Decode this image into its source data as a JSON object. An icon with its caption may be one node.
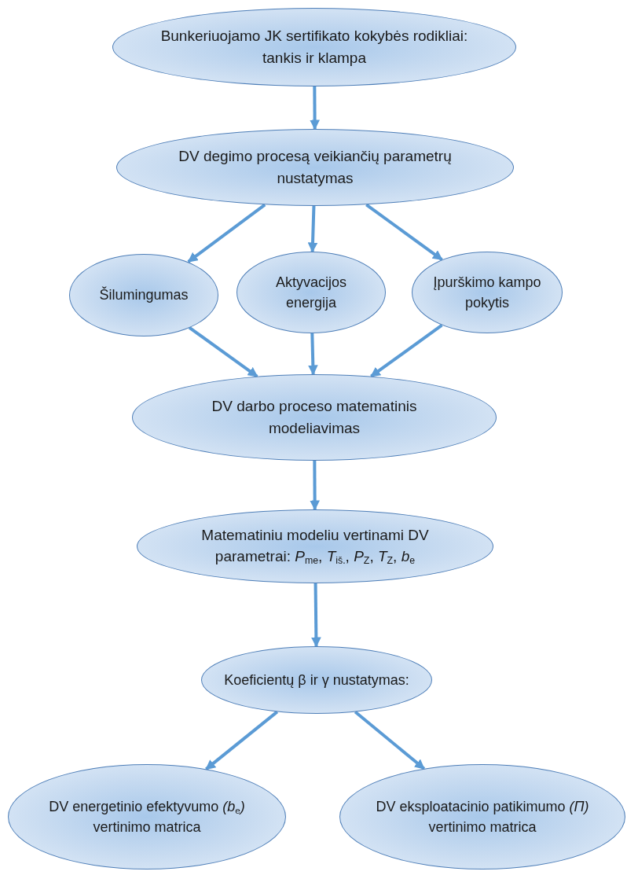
{
  "diagram": {
    "nodes": [
      {
        "text": [
          "Bunkeriuojamo JK sertifikato kokybės rodikliai: tankis ir klampa"
        ]
      },
      {
        "text": [
          "DV degimo procesą veikiančių parametrų nustatymas"
        ]
      },
      {
        "text": [
          "Šilumingumas"
        ]
      },
      {
        "text": [
          "Aktyvacijos energija"
        ]
      },
      {
        "text": [
          "Įpurškimo kampo pokytis"
        ]
      },
      {
        "text": [
          "DV darbo proceso matematinis modeliavimas"
        ]
      },
      {
        "text": [
          "Matematiniu modeliu vertinami DV parametrai: *P*$_{me}$, *T*$_{iš.}$, *P*$_{Z}$, *T*$_{Z}$, *b*$_{e}$"
        ]
      },
      {
        "text": [
          "Koeficientų β ir γ nustatymas:"
        ]
      },
      {
        "text": [
          "DV energetinio efektyvumo *(b*$_{e}$*)* vertinimo matrica"
        ]
      },
      {
        "text": [
          "DV eksploatacinio patikimumo *(Π)* vertinimo matrica"
        ]
      }
    ],
    "edges": [
      {
        "from": 0,
        "to": 1,
        "arrow": "to"
      },
      {
        "from": 1,
        "to": 2,
        "arrow": "to"
      },
      {
        "from": 1,
        "to": 3,
        "arrow": "to"
      },
      {
        "from": 1,
        "to": 4,
        "arrow": "to"
      },
      {
        "from": 2,
        "to": 5,
        "arrow": "to"
      },
      {
        "from": 3,
        "to": 5,
        "arrow": "to"
      },
      {
        "from": 4,
        "to": 5,
        "arrow": "to"
      },
      {
        "from": 5,
        "to": 6,
        "arrow": "to"
      },
      {
        "from": 6,
        "to": 7,
        "arrow": "to"
      },
      {
        "from": 7,
        "to": 8,
        "arrow": "to"
      },
      {
        "from": 7,
        "to": 9,
        "arrow": "to"
      }
    ]
  }
}
